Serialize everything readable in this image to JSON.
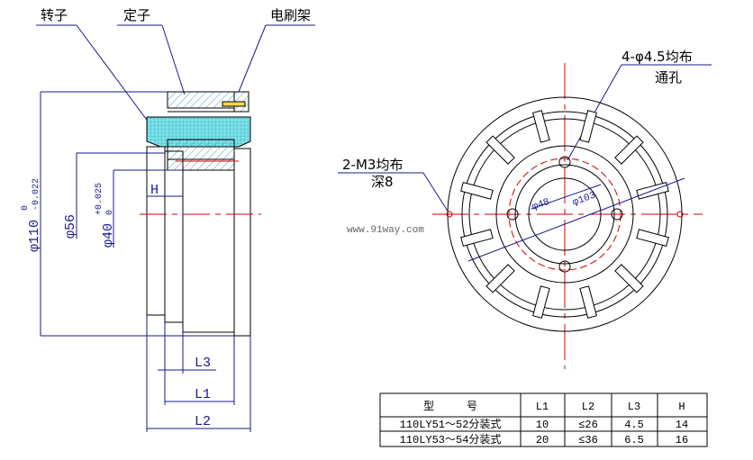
{
  "labels": {
    "rotor": "转子",
    "stator": "定子",
    "brush_holder": "电刷架",
    "holes_through": "4-φ4.5均布",
    "through_hole": "通孔",
    "m3_holes": "2-M3均布",
    "depth": "深8",
    "watermark": "www.91way.com"
  },
  "dimensions": {
    "outer": "φ110",
    "outer_tol_upper": "0",
    "outer_tol_lower": "-0.022",
    "d56": "φ56",
    "d40": "φ40",
    "d40_tol_upper": "+0.025",
    "d40_tol_lower": "0",
    "H": "H",
    "L1": "L1",
    "L2": "L2",
    "L3": "L3",
    "d48": "φ48",
    "d103": "φ103"
  },
  "table": {
    "headers": [
      "型　　　号",
      "L1",
      "L2",
      "L3",
      "H"
    ],
    "rows": [
      [
        "110LY51～52分装式",
        "10",
        "≤26",
        "4.5",
        "14"
      ],
      [
        "110LY53～54分装式",
        "20",
        "≤36",
        "6.5",
        "16"
      ]
    ]
  },
  "colors": {
    "dim": "#1a1a8c",
    "center": "#d00000",
    "rotor": "#4fd3e0"
  }
}
